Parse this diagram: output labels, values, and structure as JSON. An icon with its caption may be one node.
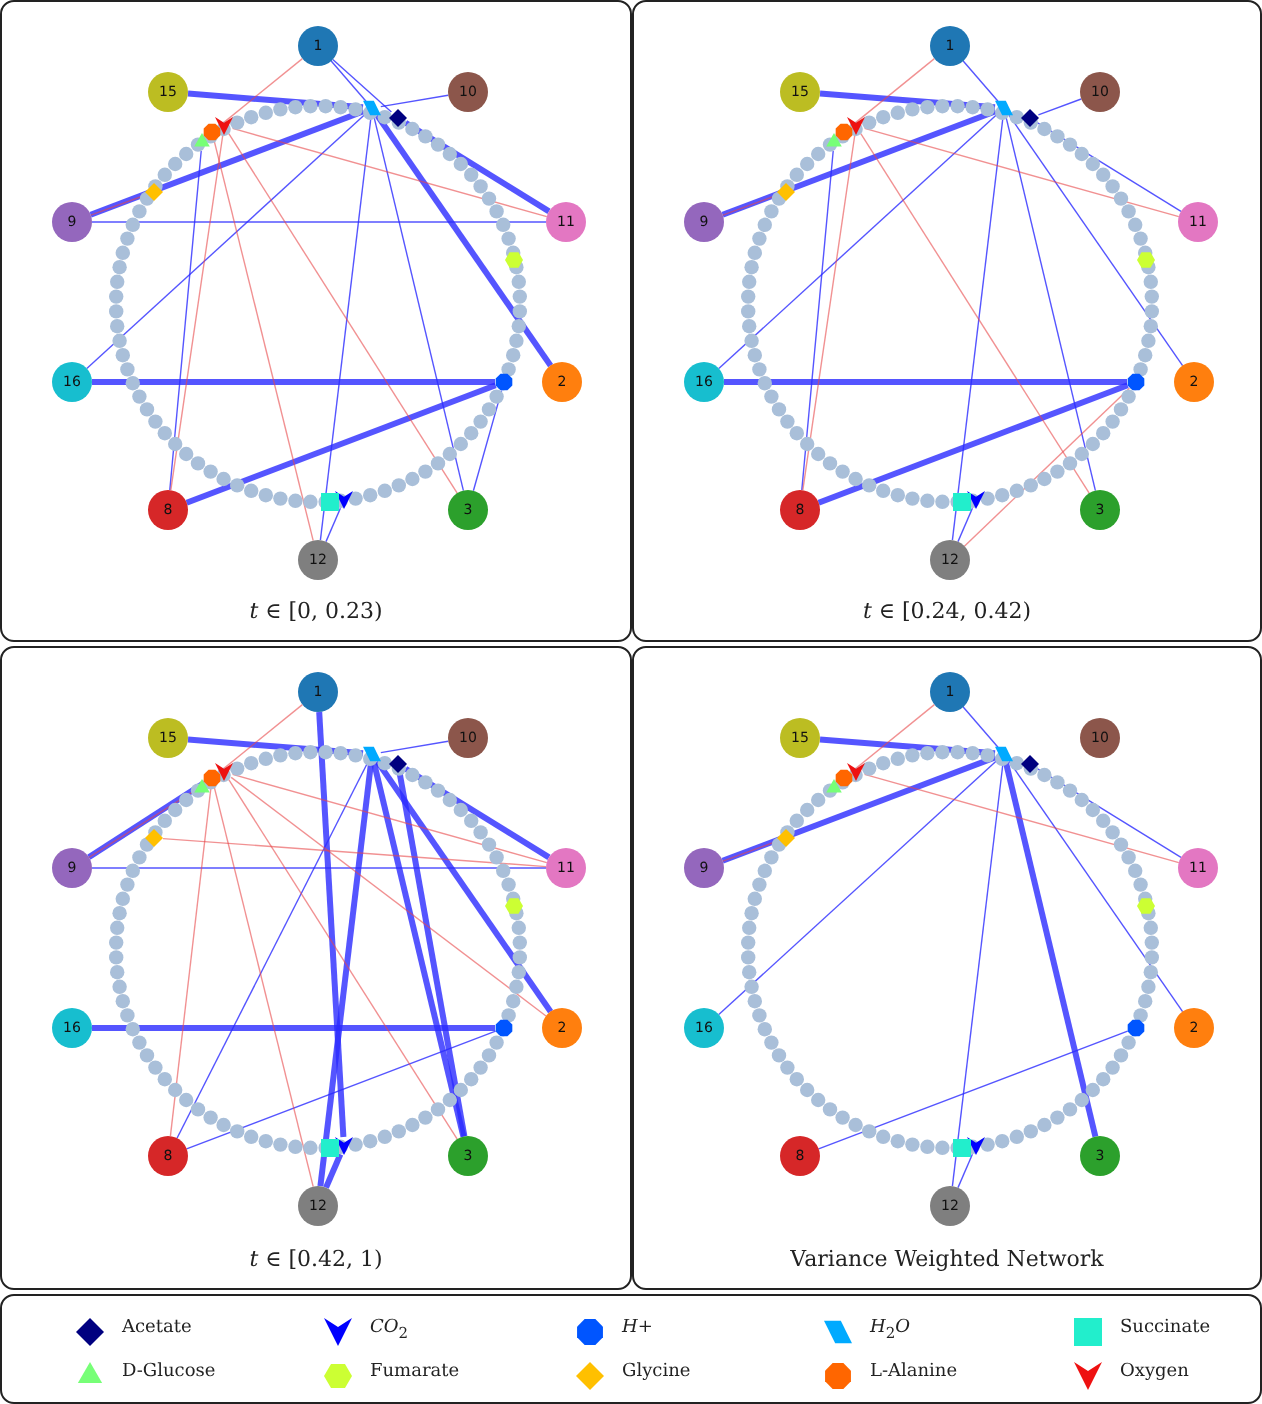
{
  "diagram": {
    "nodes": [
      {
        "text": [
          "*t* ∈ [0, 0.23)"
        ]
      },
      {
        "text": [
          "1"
        ],
        "in": 0
      },
      {
        "text": [
          "10"
        ],
        "in": 0
      },
      {
        "text": [
          "11"
        ],
        "in": 0
      },
      {
        "text": [
          "2"
        ],
        "in": 0
      },
      {
        "text": [
          "3"
        ],
        "in": 0
      },
      {
        "text": [
          "12"
        ],
        "in": 0
      },
      {
        "text": [
          "8"
        ],
        "in": 0
      },
      {
        "text": [
          "16"
        ],
        "in": 0
      },
      {
        "text": [
          "9"
        ],
        "in": 0
      },
      {
        "text": [
          "15"
        ],
        "in": 0
      },
      {
        "text": [],
        "shape": "diamond",
        "in": 0
      },
      {
        "text": [],
        "shape": "arrowhead",
        "in": 0
      },
      {
        "text": [],
        "shape": "octagon",
        "in": 0
      },
      {
        "text": [],
        "shape": "parallelogram",
        "in": 0
      },
      {
        "text": [],
        "shape": "square",
        "in": 0
      },
      {
        "text": [],
        "shape": "triangle",
        "in": 0
      },
      {
        "text": [],
        "shape": "hexagon",
        "in": 0
      },
      {
        "text": [],
        "shape": "diamond",
        "in": 0
      },
      {
        "text": [],
        "shape": "octagon",
        "in": 0
      },
      {
        "text": [],
        "shape": "arrowhead",
        "in": 0
      },
      {
        "text": [
          "*t* ∈ [0.24, 0.42)"
        ]
      },
      {
        "text": [
          "1"
        ],
        "in": 21
      },
      {
        "text": [
          "10"
        ],
        "in": 21
      },
      {
        "text": [
          "11"
        ],
        "in": 21
      },
      {
        "text": [
          "2"
        ],
        "in": 21
      },
      {
        "text": [
          "3"
        ],
        "in": 21
      },
      {
        "text": [
          "12"
        ],
        "in": 21
      },
      {
        "text": [
          "8"
        ],
        "in": 21
      },
      {
        "text": [
          "16"
        ],
        "in": 21
      },
      {
        "text": [
          "9"
        ],
        "in": 21
      },
      {
        "text": [
          "15"
        ],
        "in": 21
      },
      {
        "text": [],
        "shape": "diamond",
        "in": 21
      },
      {
        "text": [],
        "shape": "arrowhead",
        "in": 21
      },
      {
        "text": [],
        "shape": "octagon",
        "in": 21
      },
      {
        "text": [],
        "shape": "parallelogram",
        "in": 21
      },
      {
        "text": [],
        "shape": "square",
        "in": 21
      },
      {
        "text": [],
        "shape": "triangle",
        "in": 21
      },
      {
        "text": [],
        "shape": "hexagon",
        "in": 21
      },
      {
        "text": [],
        "shape": "diamond",
        "in": 21
      },
      {
        "text": [],
        "shape": "octagon",
        "in": 21
      },
      {
        "text": [],
        "shape": "arrowhead",
        "in": 21
      },
      {
        "text": [
          "*t* ∈ [0.42, 1)"
        ]
      },
      {
        "text": [
          "1"
        ],
        "in": 42
      },
      {
        "text": [
          "10"
        ],
        "in": 42
      },
      {
        "text": [
          "11"
        ],
        "in": 42
      },
      {
        "text": [
          "2"
        ],
        "in": 42
      },
      {
        "text": [
          "3"
        ],
        "in": 42
      },
      {
        "text": [
          "12"
        ],
        "in": 42
      },
      {
        "text": [
          "8"
        ],
        "in": 42
      },
      {
        "text": [
          "16"
        ],
        "in": 42
      },
      {
        "text": [
          "9"
        ],
        "in": 42
      },
      {
        "text": [
          "15"
        ],
        "in": 42
      },
      {
        "text": [],
        "shape": "diamond",
        "in": 42
      },
      {
        "text": [],
        "shape": "arrowhead",
        "in": 42
      },
      {
        "text": [],
        "shape": "octagon",
        "in": 42
      },
      {
        "text": [],
        "shape": "parallelogram",
        "in": 42
      },
      {
        "text": [],
        "shape": "square",
        "in": 42
      },
      {
        "text": [],
        "shape": "triangle",
        "in": 42
      },
      {
        "text": [],
        "shape": "hexagon",
        "in": 42
      },
      {
        "text": [],
        "shape": "diamond",
        "in": 42
      },
      {
        "text": [],
        "shape": "octagon",
        "in": 42
      },
      {
        "text": [],
        "shape": "arrowhead",
        "in": 42
      },
      {
        "text": [
          "Variance Weighted Network"
        ]
      },
      {
        "text": [
          "1"
        ],
        "in": 63
      },
      {
        "text": [
          "10"
        ],
        "in": 63
      },
      {
        "text": [
          "11"
        ],
        "in": 63
      },
      {
        "text": [
          "2"
        ],
        "in": 63
      },
      {
        "text": [
          "3"
        ],
        "in": 63
      },
      {
        "text": [
          "12"
        ],
        "in": 63
      },
      {
        "text": [
          "8"
        ],
        "in": 63
      },
      {
        "text": [
          "16"
        ],
        "in": 63
      },
      {
        "text": [
          "9"
        ],
        "in": 63
      },
      {
        "text": [
          "15"
        ],
        "in": 63
      },
      {
        "text": [],
        "shape": "diamond",
        "in": 63
      },
      {
        "text": [],
        "shape": "arrowhead",
        "in": 63
      },
      {
        "text": [],
        "shape": "octagon",
        "in": 63
      },
      {
        "text": [],
        "shape": "parallelogram",
        "in": 63
      },
      {
        "text": [],
        "shape": "square",
        "in": 63
      },
      {
        "text": [],
        "shape": "triangle",
        "in": 63
      },
      {
        "text": [],
        "shape": "hexagon",
        "in": 63
      },
      {
        "text": [],
        "shape": "diamond",
        "in": 63
      },
      {
        "text": [],
        "shape": "octagon",
        "in": 63
      },
      {
        "text": [],
        "shape": "arrowhead",
        "in": 63
      }
    ],
    "edges": [
      {
        "from": 8,
        "to": 13,
        "arrow": "none",
        "style": "thick"
      },
      {
        "from": 7,
        "to": 13,
        "arrow": "none",
        "style": "thick"
      },
      {
        "from": 9,
        "to": 14,
        "arrow": "none",
        "style": "thick"
      },
      {
        "from": 10,
        "to": 14,
        "arrow": "none",
        "style": "thick"
      },
      {
        "from": 14,
        "to": 4,
        "arrow": "none",
        "style": "thick"
      },
      {
        "from": 3,
        "to": 11,
        "arrow": "none",
        "style": "thick"
      },
      {
        "from": 2,
        "to": 14,
        "arrow": "none"
      },
      {
        "from": 14,
        "to": 5,
        "arrow": "none"
      },
      {
        "from": 6,
        "to": 12,
        "arrow": "none"
      },
      {
        "from": 6,
        "to": 14,
        "arrow": "none"
      },
      {
        "from": 8,
        "to": 14,
        "arrow": "none"
      },
      {
        "from": 7,
        "to": 16,
        "arrow": "none"
      },
      {
        "from": 1,
        "to": 14,
        "arrow": "none"
      },
      {
        "from": 1,
        "to": 11,
        "arrow": "none"
      },
      {
        "from": 5,
        "to": 13,
        "arrow": "none"
      },
      {
        "from": 9,
        "to": 3,
        "arrow": "none"
      },
      {
        "from": 1,
        "to": 19,
        "arrow": "none",
        "color": "#e8474a"
      },
      {
        "from": 9,
        "to": 18,
        "arrow": "none",
        "color": "#e8474a"
      },
      {
        "from": 3,
        "to": 20,
        "arrow": "none",
        "color": "#e8474a"
      },
      {
        "from": 6,
        "to": 19,
        "arrow": "none",
        "color": "#e8474a"
      },
      {
        "from": 7,
        "to": 20,
        "arrow": "none",
        "color": "#e8474a"
      },
      {
        "from": 5,
        "to": 20,
        "arrow": "none",
        "color": "#e8474a"
      },
      {
        "from": 29,
        "to": 34,
        "arrow": "none",
        "style": "thick"
      },
      {
        "from": 28,
        "to": 34,
        "arrow": "none",
        "style": "thick"
      },
      {
        "from": 35,
        "to": 30,
        "arrow": "none",
        "style": "thick"
      },
      {
        "from": 31,
        "to": 35,
        "arrow": "none",
        "style": "thick"
      },
      {
        "from": 35,
        "to": 25,
        "arrow": "none"
      },
      {
        "from": 24,
        "to": 32,
        "arrow": "none"
      },
      {
        "from": 35,
        "to": 27,
        "arrow": "none"
      },
      {
        "from": 27,
        "to": 33,
        "arrow": "none"
      },
      {
        "from": 29,
        "to": 35,
        "arrow": "none"
      },
      {
        "from": 22,
        "to": 35,
        "arrow": "none"
      },
      {
        "from": 23,
        "to": 32,
        "arrow": "none"
      },
      {
        "from": 26,
        "to": 35,
        "arrow": "none"
      },
      {
        "from": 28,
        "to": 37,
        "arrow": "none"
      },
      {
        "from": 34,
        "to": 27,
        "arrow": "none",
        "color": "#e8474a"
      },
      {
        "from": 22,
        "to": 40,
        "arrow": "none",
        "color": "#e8474a"
      },
      {
        "from": 30,
        "to": 39,
        "arrow": "none",
        "color": "#e8474a"
      },
      {
        "from": 24,
        "to": 41,
        "arrow": "none",
        "color": "#e8474a"
      },
      {
        "from": 28,
        "to": 41,
        "arrow": "none",
        "color": "#e8474a"
      },
      {
        "from": 26,
        "to": 41,
        "arrow": "none",
        "color": "#e8474a"
      },
      {
        "from": 56,
        "to": 47,
        "arrow": "none",
        "style": "thick"
      },
      {
        "from": 56,
        "to": 46,
        "arrow": "none",
        "style": "thick"
      },
      {
        "from": 56,
        "to": 48,
        "arrow": "none",
        "style": "thick"
      },
      {
        "from": 54,
        "to": 43,
        "arrow": "none",
        "style": "thick"
      },
      {
        "from": 53,
        "to": 45,
        "arrow": "none",
        "style": "thick"
      },
      {
        "from": 52,
        "to": 56,
        "arrow": "none",
        "style": "thick"
      },
      {
        "from": 51,
        "to": 61,
        "arrow": "none",
        "style": "thick"
      },
      {
        "from": 50,
        "to": 55,
        "arrow": "none",
        "style": "thick"
      },
      {
        "from": 48,
        "to": 54,
        "arrow": "none",
        "style": "thick"
      },
      {
        "from": 47,
        "to": 53,
        "arrow": "none",
        "style": "thick"
      },
      {
        "from": 49,
        "to": 56,
        "arrow": "none"
      },
      {
        "from": 49,
        "to": 55,
        "arrow": "none"
      },
      {
        "from": 44,
        "to": 56,
        "arrow": "none"
      },
      {
        "from": 51,
        "to": 45,
        "arrow": "none"
      },
      {
        "from": 51,
        "to": 62,
        "arrow": "none",
        "color": "#e8474a"
      },
      {
        "from": 45,
        "to": 62,
        "arrow": "none",
        "color": "#e8474a"
      },
      {
        "from": 62,
        "to": 46,
        "arrow": "none",
        "color": "#e8474a"
      },
      {
        "from": 60,
        "to": 45,
        "arrow": "none",
        "color": "#e8474a"
      },
      {
        "from": 49,
        "to": 61,
        "arrow": "none",
        "color": "#e8474a"
      },
      {
        "from": 48,
        "to": 61,
        "arrow": "none",
        "color": "#e8474a"
      },
      {
        "from": 47,
        "to": 62,
        "arrow": "none",
        "color": "#e8474a"
      },
      {
        "from": 43,
        "to": 61,
        "arrow": "none",
        "color": "#e8474a"
      },
      {
        "from": 77,
        "to": 68,
        "arrow": "none",
        "style": "thick"
      },
      {
        "from": 77,
        "to": 72,
        "arrow": "none",
        "style": "thick"
      },
      {
        "from": 73,
        "to": 77,
        "arrow": "none",
        "style": "thick"
      },
      {
        "from": 74,
        "to": 66,
        "arrow": "none"
      },
      {
        "from": 75,
        "to": 69,
        "arrow": "none"
      },
      {
        "from": 77,
        "to": 69,
        "arrow": "none"
      },
      {
        "from": 77,
        "to": 67,
        "arrow": "none"
      },
      {
        "from": 71,
        "to": 77,
        "arrow": "none"
      },
      {
        "from": 70,
        "to": 76,
        "arrow": "none"
      },
      {
        "from": 64,
        "to": 77,
        "arrow": "none"
      },
      {
        "from": 64,
        "to": 82,
        "arrow": "none",
        "color": "#e8474a"
      },
      {
        "from": 66,
        "to": 83,
        "arrow": "none",
        "color": "#e8474a"
      },
      {
        "from": 72,
        "to": 81,
        "arrow": "none",
        "color": "#e8474a"
      }
    ],
    "legend": [
      {
        "text": "Acetate"
      },
      {
        "text": "*CO*$_{2}$"
      },
      {
        "text": "*H*+"
      },
      {
        "text": "*H*$_{2}$*O*"
      },
      {
        "text": "Succinate"
      },
      {
        "text": "D-Glucose"
      },
      {
        "text": "Fumarate"
      },
      {
        "text": "Glycine"
      },
      {
        "text": "L-Alanine"
      },
      {
        "text": "Oxygen"
      }
    ]
  }
}
